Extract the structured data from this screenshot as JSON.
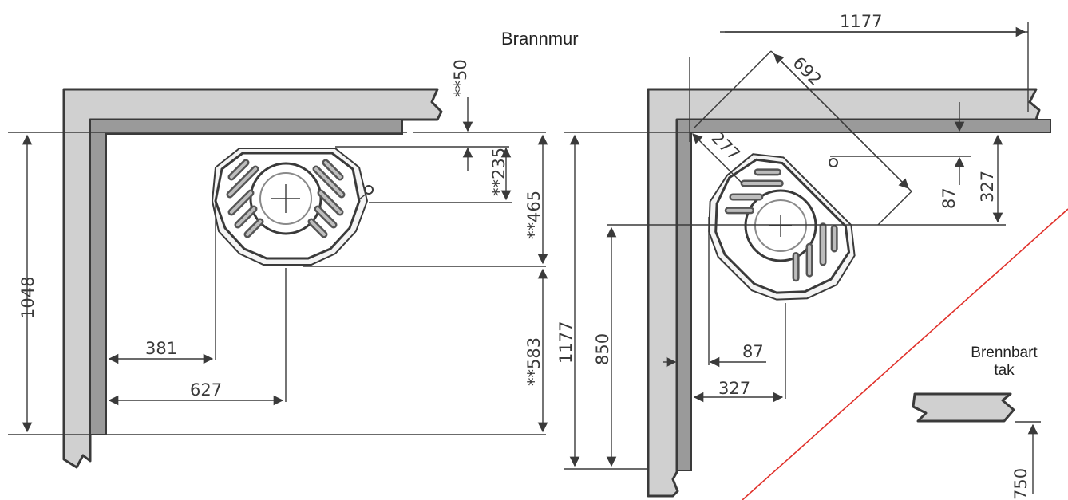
{
  "title": "Brannmur",
  "ceiling_label": [
    "Brennbart",
    "tak"
  ],
  "accent_line_color": "#e0302a",
  "left_view": {
    "dimensions": {
      "overall_depth": "1048",
      "clear_top_front": "**50",
      "clear_top_flue": "**235",
      "clear_top_back": "**465",
      "clear_front": "**583",
      "side_to_stove": "381",
      "side_to_center": "627"
    }
  },
  "right_view": {
    "dimensions": {
      "wall_length_top": "1177",
      "wall_length_side": "1177",
      "diagonal": "692",
      "corner_gap": "277",
      "depth_850": "850",
      "top_clear_small": "87",
      "top_clear_large": "327",
      "side_clear_small": "87",
      "side_clear_large": "327"
    }
  },
  "ceiling_dimension": "750"
}
